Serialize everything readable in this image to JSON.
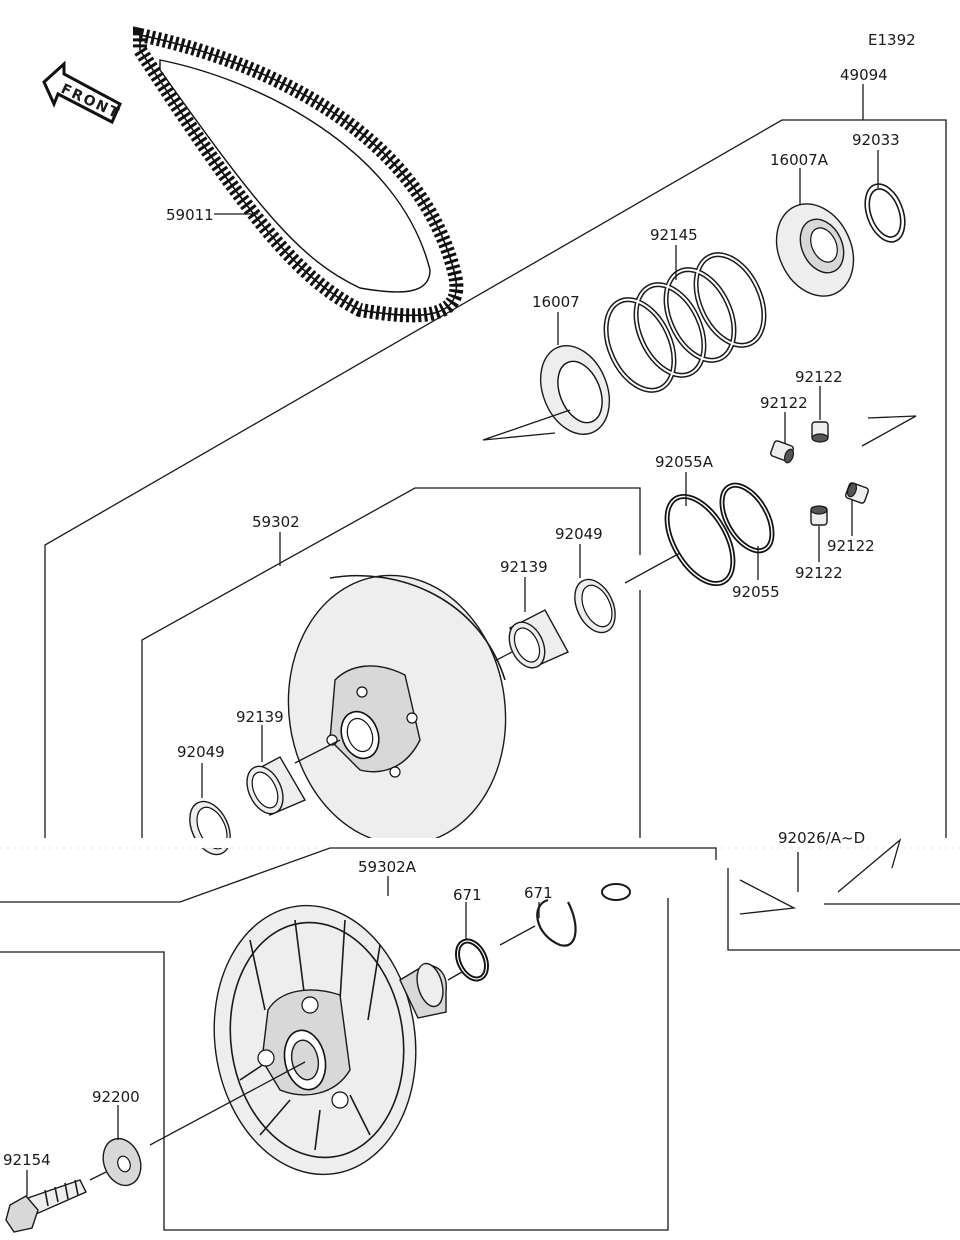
{
  "diagram": {
    "code": "E1392",
    "front_label": "FRONT",
    "parts": {
      "belt": "59011",
      "assembly": "49094",
      "ring_top": "92033",
      "seal_plate": "16007A",
      "spring": "92145",
      "cam": "16007",
      "roller_a": "92122",
      "roller_b": "92122",
      "roller_c": "92122",
      "roller_d": "92122",
      "oring_large_a": "92055A",
      "oring_large": "92055",
      "bushing_right": "92049",
      "collar_right": "92139",
      "sheave_movable": "59302",
      "collar_left": "92139",
      "bushing_left": "92049",
      "sheave_fixed": "59302A",
      "oring_small": "671",
      "circlip": "671",
      "washer": "92200",
      "bolt": "92154",
      "kit": "92026/A~D"
    }
  }
}
